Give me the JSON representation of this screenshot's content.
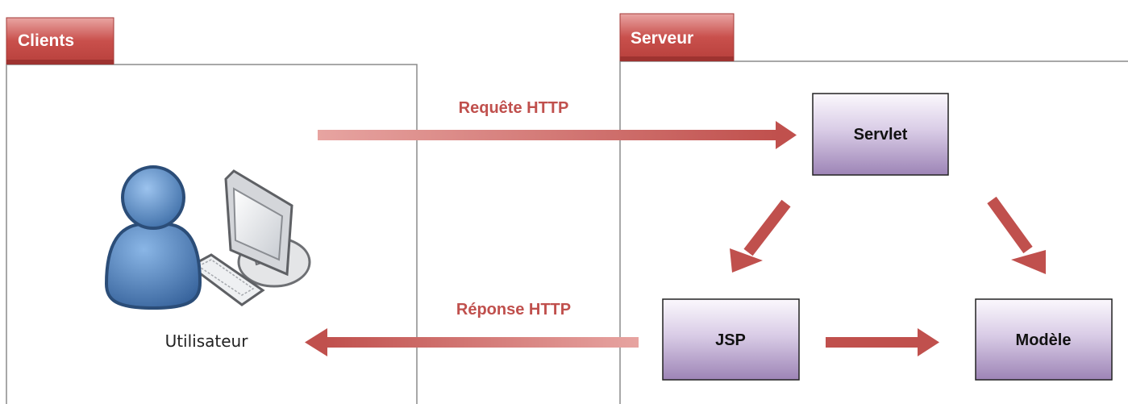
{
  "clients_panel": {
    "title": "Clients"
  },
  "server_panel": {
    "title": "Serveur"
  },
  "request": {
    "label": "Requête HTTP"
  },
  "response": {
    "label": "Réponse HTTP"
  },
  "user": {
    "label": "Utilisateur",
    "icon": "user-computer-icon"
  },
  "components": {
    "servlet": "Servlet",
    "jsp": "JSP",
    "model": "Modèle"
  },
  "colors": {
    "tab": "#c0504d",
    "arrow": "#c0504d",
    "label": "#c0504d",
    "box_top": "#f8f4fb",
    "box_bottom": "#9f86b8",
    "user_blue": "#4f81bd"
  }
}
